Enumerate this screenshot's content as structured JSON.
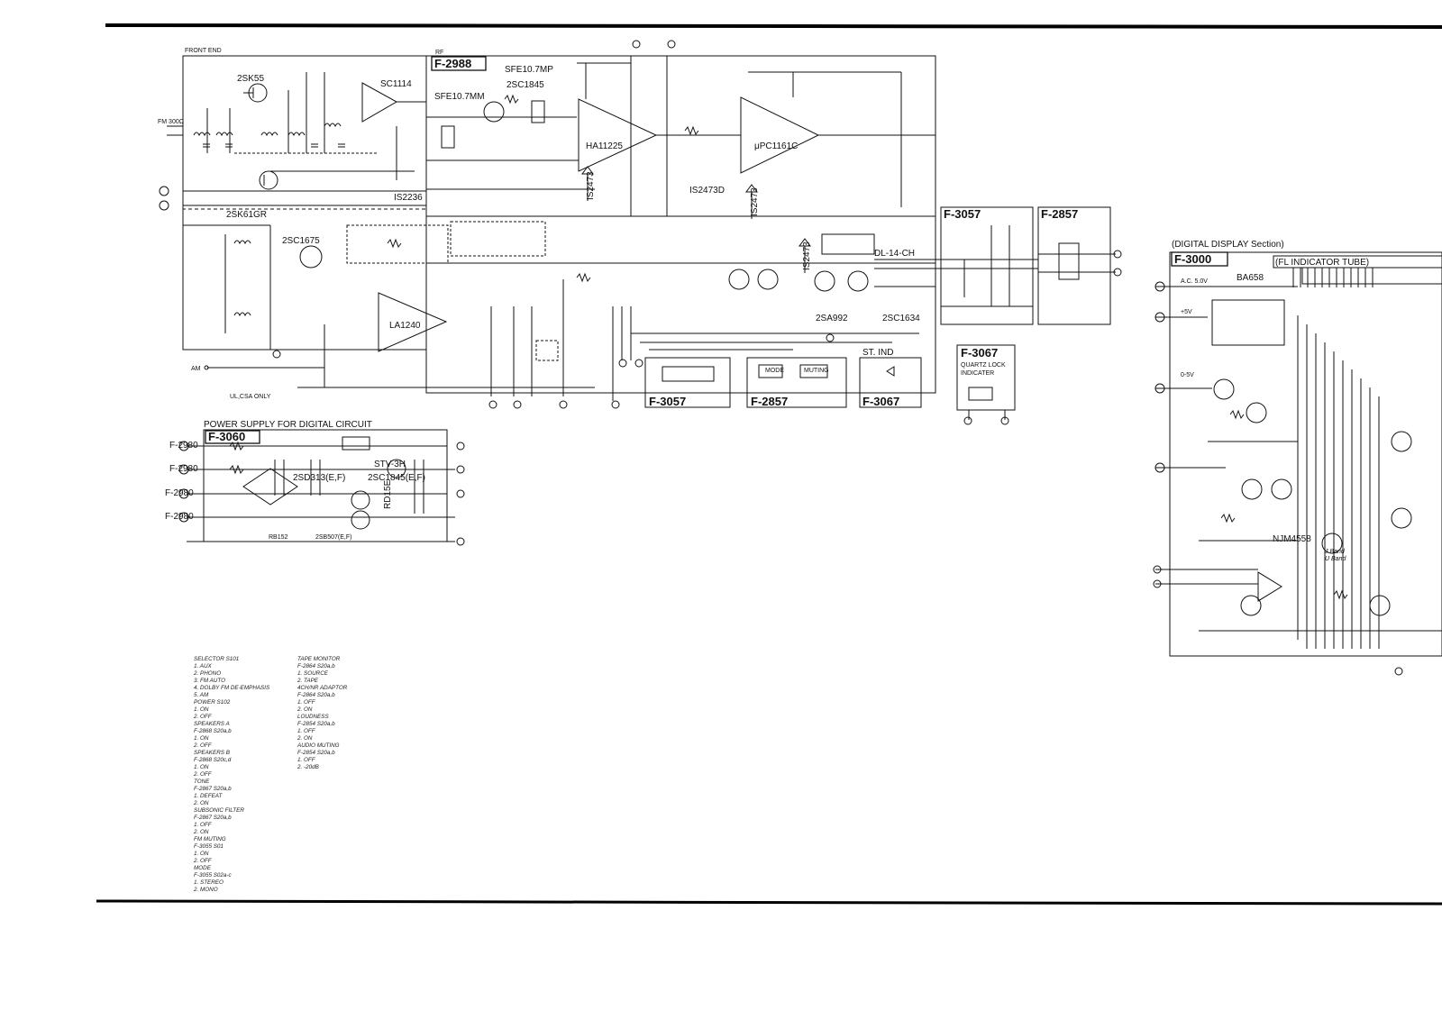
{
  "sections": {
    "front_end": "FRONT END",
    "rf": "RF",
    "rf_board": "F-2988",
    "power_title": "POWER SUPPLY FOR DIGITAL CIRCUIT",
    "power_board": "F-3060",
    "digital_title": "(DIGITAL DISPLAY Section)",
    "digital_board": "F-3000",
    "fl_tube": "(FL INDICATOR TUBE)",
    "board_3057": "F-3057",
    "board_2857": "F-2857",
    "board_3067": "F-3067",
    "quartz_lock_line1": "QUARTZ LOCK",
    "quartz_lock_line2": "INDICATER",
    "st_ind": "ST. IND"
  },
  "parts": {
    "q_2sk55": "2SK55",
    "ic_sc1114": "SC1114",
    "q_2sk61gr": "2SK61GR",
    "ic_is2236": "IS2236",
    "cf_sfe_mp": "SFE10.7MP",
    "cf_sfe_mm": "SFE10.7MM",
    "q_2sc1845_rf": "2SC1845",
    "ic_ha11225": "HA11225",
    "ic_upc1161c": "μPC1161C",
    "d_is2473_a": "IS2473",
    "d_is2473_b": "IS2473",
    "d_is2473_c": "IS2473",
    "d_is2473d": "IS2473D",
    "q_2sc1675": "2SC1675",
    "ic_la1240": "LA1240",
    "dl_14_ch": "DL-14-CH",
    "q_2sa992": "2SA992",
    "q_2sc1634": "2SC1634",
    "ic_ba658": "BA658",
    "ic_njm4558": "NJM4558",
    "stv_3h": "STV-3H",
    "q_2sd313": "2SD313(E,F)",
    "q_2sc1845_ps": "2SC1845(E,F)",
    "d_rd15e": "RD15E",
    "d_rb152": "RB152",
    "q_2sb507": "2SB507(E,F)",
    "fm_300": "FM 300Ω",
    "am": "AM",
    "ul_csa": "UL,CSA ONLY",
    "mode": "MODE",
    "muting": "MUTING",
    "ac_5v": "A.C. 5.0V",
    "plus_5v": "+5V",
    "minus_5v": "0-5V",
    "j_band": "J Band",
    "u_band": "U Band",
    "f_2980": "F-2980"
  },
  "legend_col1": [
    "SELECTOR S101",
    "  1. AUX",
    "  2. PHONO",
    "  3. FM AUTO",
    "  4. DOLBY FM DE-EMPHASIS",
    "  5. AM",
    "POWER S102",
    "  1. ON",
    "  2. OFF",
    "SPEAKERS A",
    "  F-2868 S20a,b",
    "  1. ON",
    "  2. OFF",
    "SPEAKERS B",
    "  F-2868 S20c,d",
    "  1. ON",
    "  2. OFF",
    "TONE",
    "  F-2867 S20a,b",
    "  1. DEFEAT",
    "  2. ON",
    "SUBSONIC FILTER",
    "  F-2867 S20a,b",
    "  1. OFF",
    "  2. ON",
    "FM MUTING",
    "  F-3055 S01",
    "  1. ON",
    "  2. OFF",
    "MODE",
    "  F-3055 S02a-c",
    "  1. STEREO",
    "  2. MONO"
  ],
  "legend_col2": [
    "TAPE MONITOR",
    "  F-2864 S20a,b",
    "  1. SOURCE",
    "  2. TAPE",
    "4CH/NR ADAPTOR",
    "  F-2864 S20a,b",
    "  1. OFF",
    "  2. ON",
    "LOUDNESS",
    "  F-2854 S20a,b",
    "  1. OFF",
    "  2. ON",
    "AUDIO MUTING",
    "  F-2854 S20a,b",
    "  1. OFF",
    "  2. -20dB"
  ]
}
